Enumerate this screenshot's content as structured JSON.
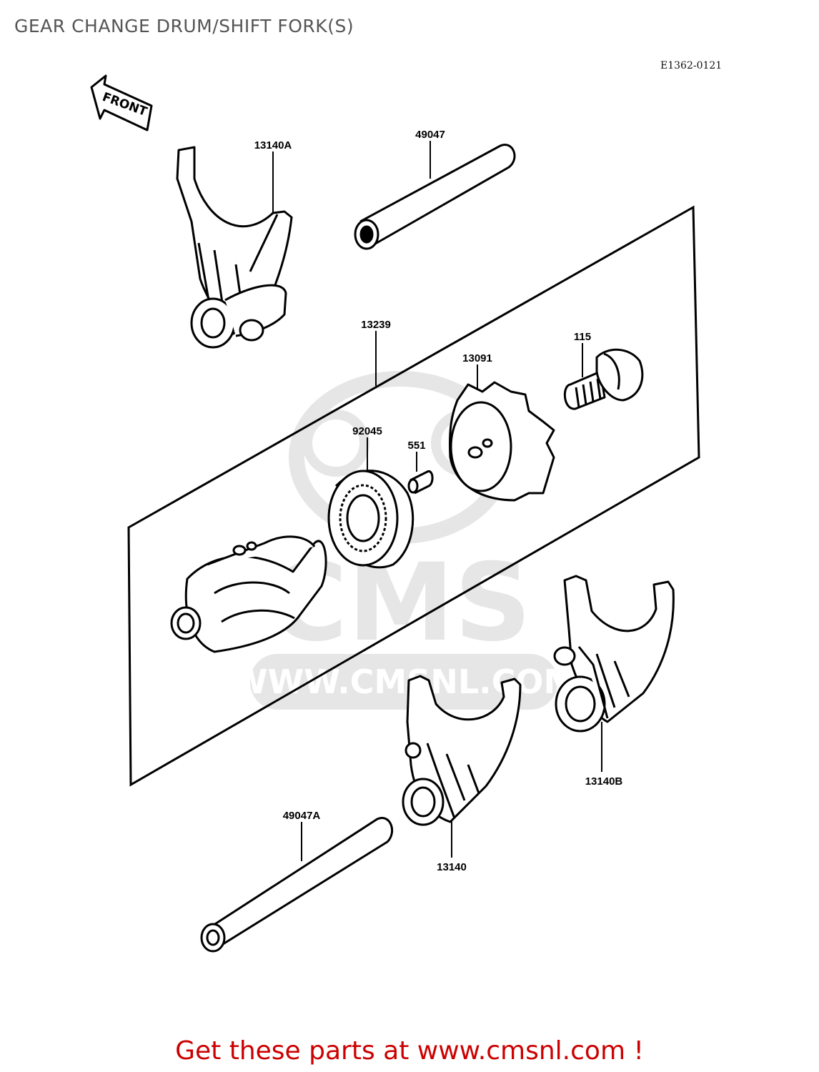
{
  "header": {
    "title": "GEAR CHANGE DRUM/SHIFT FORK(S)",
    "diagram_code": "E1362-0121"
  },
  "direction_label": "FRONT",
  "parts": {
    "fork_a": "13140A",
    "shaft_upper": "49047",
    "drum_assembly": "13239",
    "bolt": "115",
    "pin_plate": "13091",
    "bearing": "92045",
    "pin": "551",
    "fork_b": "13140B",
    "shaft_lower": "49047A",
    "fork": "13140"
  },
  "watermark": {
    "brand": "CMS",
    "url": "WWW.CMSNL.COM"
  },
  "footer": {
    "cta": "Get these parts at www.cmsnl.com !"
  },
  "colors": {
    "footer_text": "#cc0000",
    "title_text": "#555555",
    "watermark": "#e6e6e6"
  }
}
